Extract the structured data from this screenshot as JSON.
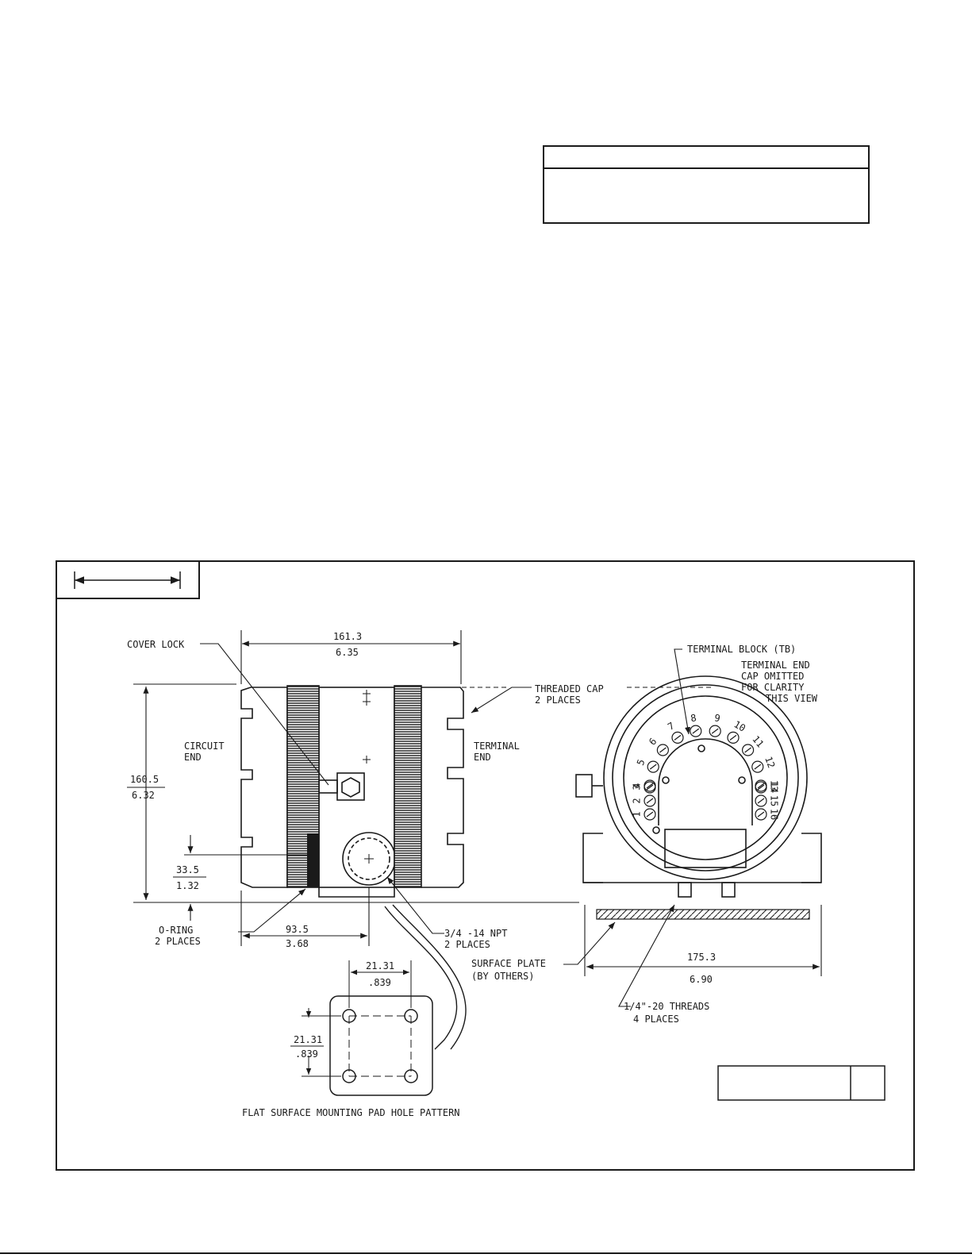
{
  "labels": {
    "cover_lock": "COVER LOCK",
    "circuit_end_1": "CIRCUIT",
    "circuit_end_2": "END",
    "terminal_end_1": "TERMINAL",
    "terminal_end_2": "END",
    "threaded_cap_1": "THREADED CAP",
    "threaded_cap_2": "2 PLACES",
    "o_ring_1": "O-RING",
    "o_ring_2": "2 PLACES",
    "npt_1": "3/4 -14 NPT",
    "npt_2": "2 PLACES",
    "terminal_block": "TERMINAL BLOCK (TB)",
    "cap_omitted_1": "TERMINAL END",
    "cap_omitted_2": "CAP OMITTED",
    "cap_omitted_3": "FOR CLARITY",
    "cap_omitted_4": "THIS VIEW",
    "surface_plate_1": "SURFACE PLATE",
    "surface_plate_2": "(BY OTHERS)",
    "threads_1": "1/4\"-20 THREADS",
    "threads_2": "4 PLACES",
    "pad_caption": "FLAT SURFACE MOUNTING PAD HOLE PATTERN"
  },
  "dimensions": {
    "width_mm": "161.3",
    "width_in": "6.35",
    "height_mm": "160.5",
    "height_in": "6.32",
    "conduit_height_mm": "33.5",
    "conduit_height_in": "1.32",
    "conduit_offset_mm": "93.5",
    "conduit_offset_in": "3.68",
    "front_width_mm": "175.3",
    "front_width_in": "6.90",
    "pad_h_mm": "21.31",
    "pad_h_in": ".839",
    "pad_v_mm": "21.31",
    "pad_v_in": ".839"
  },
  "terminal_numbers": [
    "1",
    "2",
    "3",
    "4",
    "5",
    "6",
    "7",
    "8",
    "9",
    "10",
    "11",
    "12",
    "13",
    "14",
    "15",
    "16"
  ]
}
